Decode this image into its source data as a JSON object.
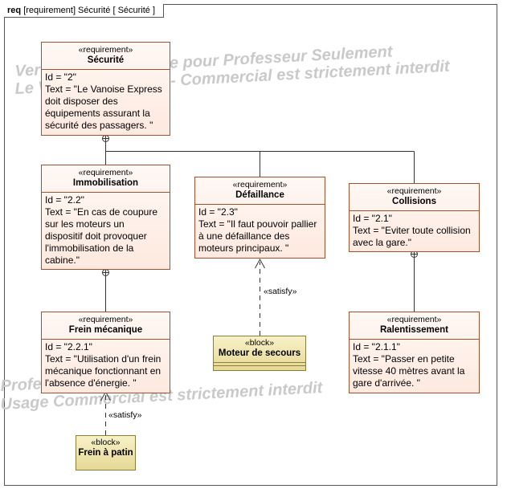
{
  "frame": {
    "keyword": "req",
    "title": "[requirement] Sécurité [ Sécurité ]"
  },
  "watermarks": [
    "Version Pédagogique pour Professeur Seulement",
    "Le Vanoise Express - Commercial est strictement interdit",
    "Professeur",
    "Usage Commercial est strictement interdit"
  ],
  "requirements": {
    "securite": {
      "stereotype": "«requirement»",
      "name": "Sécurité",
      "lines": [
        "Id = \"2\"",
        "Text = \"Le Vanoise Express",
        "doit disposer des",
        "équipements assurant la",
        "sécurité des passagers. \""
      ]
    },
    "immobilisation": {
      "stereotype": "«requirement»",
      "name": "Immobilisation",
      "lines": [
        "Id = \"2.2\"",
        "Text = \"En cas de coupure",
        "sur les moteurs un",
        "dispositif doit provoquer",
        "l'immobilisation de la",
        "cabine.\""
      ]
    },
    "defaillance": {
      "stereotype": "«requirement»",
      "name": "Défaillance",
      "lines": [
        "Id = \"2.3\"",
        "Text = \"Il faut pouvoir pallier",
        "à une défaillance des",
        "moteurs principaux. \""
      ]
    },
    "collisions": {
      "stereotype": "«requirement»",
      "name": "Collisions",
      "lines": [
        "Id = \"2.1\"",
        "Text = \"Eviter toute collision",
        "avec la gare.\""
      ]
    },
    "frein_mecanique": {
      "stereotype": "«requirement»",
      "name": "Frein mécanique",
      "lines": [
        "Id = \"2.2.1\"",
        "Text = \"Utilisation d'un frein",
        "mécanique fonctionnant en",
        "l'absence d'énergie. \""
      ]
    },
    "ralentissement": {
      "stereotype": "«requirement»",
      "name": "Ralentissement",
      "lines": [
        "Id = \"2.1.1\"",
        "Text = \"Passer en petite",
        "vitesse 40 mètres avant la",
        "gare d'arrivée. \""
      ]
    }
  },
  "blocks": {
    "moteur_secours": {
      "stereotype": "«block»",
      "name": "Moteur de secours"
    },
    "frein_patin": {
      "stereotype": "«block»",
      "name": "Frein à patin"
    }
  },
  "relations": {
    "satisfy_moteur": "«satisfy»",
    "satisfy_patin": "«satisfy»"
  },
  "colors": {
    "requirement_border": "#a0522d",
    "block_border": "#8b7d3a",
    "line": "#333333",
    "watermark": "#c9c9c9"
  }
}
